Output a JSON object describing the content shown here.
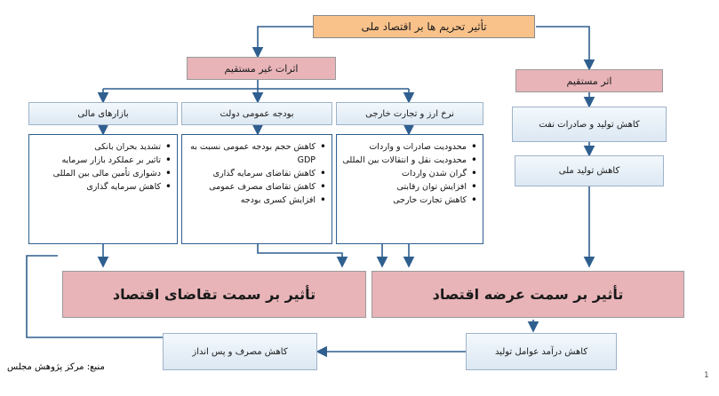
{
  "title": "تأثیر تحریم ها بر اقتصاد ملی",
  "indirect": "اثرات غیر مستقیم",
  "direct": "اثر مستقیم",
  "categories": {
    "financial": "بازارهای مالی",
    "budget": "بودجه عمومی دولت",
    "trade": "نرخ ارز و تجارت خارجی"
  },
  "lists": {
    "financial": [
      "تشدید بحران بانکی",
      "تاثیر بر عملکرد بازار سرمایه",
      "دشواری تأمین مالی بین المللی",
      "کاهش سرمایه گذاری"
    ],
    "budget": [
      "کاهش حجم بودجه عمومی نسبت به GDP",
      "کاهش تقاضای سرمایه گذاری",
      "کاهش تقاضای مصرف عمومی",
      "افزایش کسری بودجه"
    ],
    "trade": [
      "محدودیت صادرات و واردات",
      "محدودیت نقل و انتقالات بین المللی",
      "گران شدن واردات",
      "افزایش توان رقابتی",
      "کاهش تجارت خارجی"
    ]
  },
  "oil": "کاهش تولید و صادرات نفت",
  "production": "کاهش تولید ملی",
  "demand_side": "تأثیر بر سمت تقاضای اقتصاد",
  "supply_side": "تأثیر بر سمت عرضه اقتصاد",
  "factor_income": "کاهش درآمد عوامل تولید",
  "consumption": "کاهش مصرف و پس انداز",
  "source": "منبع: مرکز پژوهش مجلس",
  "page_number": "1"
}
